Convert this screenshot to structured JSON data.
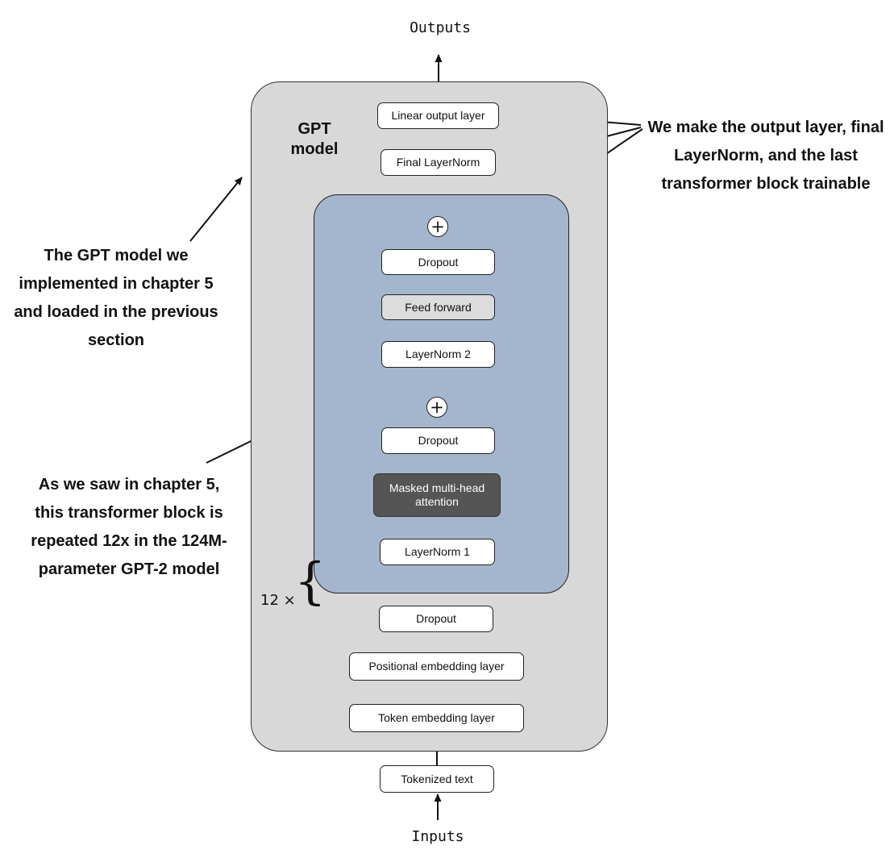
{
  "io": {
    "outputs_label": "Outputs",
    "inputs_label": "Inputs"
  },
  "model": {
    "label": "GPT model"
  },
  "layers": {
    "linear_output": "Linear output layer",
    "final_layernorm": "Final LayerNorm",
    "dropout_top": "Dropout",
    "feed_forward": "Feed forward",
    "layernorm2": "LayerNorm 2",
    "dropout_mid": "Dropout",
    "masked_attention": "Masked multi-head attention",
    "layernorm1": "LayerNorm 1",
    "dropout_embed": "Dropout",
    "positional_embedding": "Positional embedding layer",
    "token_embedding": "Token embedding layer",
    "tokenized_text": "Tokenized text"
  },
  "transformer_block": {
    "repeat_label": "12 ×",
    "plus_symbol": "+"
  },
  "annotations": {
    "trainable": "We make the output layer, final LayerNorm, and the last transformer block trainable",
    "gpt_model": "The GPT model we implemented in chapter 5 and loaded in the previous section",
    "repeated": "As we saw in chapter 5, this transformer block is repeated 12x in the 124M-parameter GPT-2 model"
  },
  "colors": {
    "outer_panel": "#d8d8d8",
    "transformer_block": "#a4b6cd",
    "attention_box": "#555555",
    "feed_forward_box": "#dcdcdc"
  }
}
